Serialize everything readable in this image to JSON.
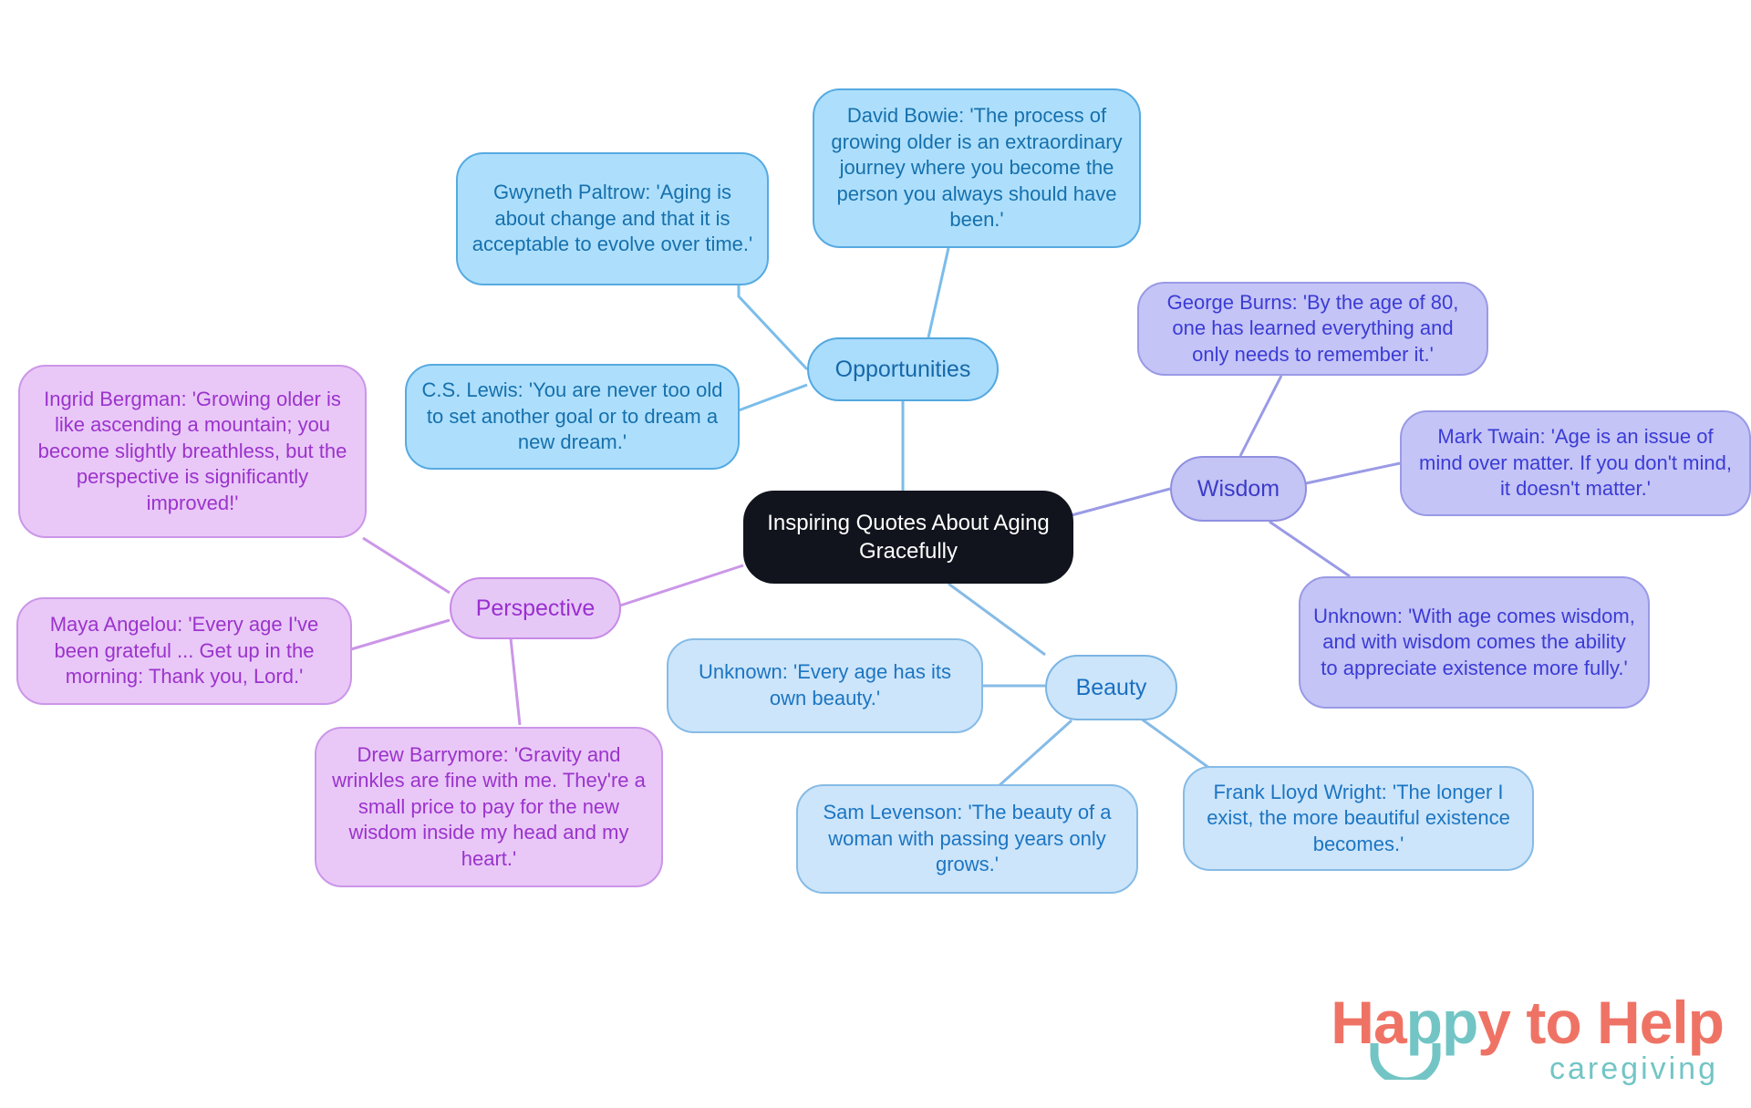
{
  "mindmap": {
    "root": {
      "label": "Inspiring Quotes About Aging Gracefully"
    },
    "branches": [
      {
        "id": "opportunities",
        "label": "Opportunities",
        "color": "#1668a8"
      },
      {
        "id": "wisdom",
        "label": "Wisdom",
        "color": "#3b3bc8"
      },
      {
        "id": "perspective",
        "label": "Perspective",
        "color": "#9a2fd0"
      },
      {
        "id": "beauty",
        "label": "Beauty",
        "color": "#1a6fc0"
      }
    ],
    "leaves": {
      "gwyneth": "Gwyneth Paltrow: 'Aging is about change and that it is acceptable to evolve over time.'",
      "bowie": "David Bowie: 'The process of growing older is an extraordinary journey where you become the person you always should have been.'",
      "cslewis": "C.S. Lewis: 'You are never too old to set another goal or to dream a new dream.'",
      "burns": "George Burns: 'By the age of 80, one has learned everything and only needs to remember it.'",
      "twain": "Mark Twain: 'Age is an issue of mind over matter. If you don't mind, it doesn't matter.'",
      "wisdom_unknown": "Unknown: 'With age comes wisdom, and with wisdom comes the ability to appreciate existence more fully.'",
      "bergman": "Ingrid Bergman: 'Growing older is like ascending a mountain; you become slightly breathless, but the perspective is significantly improved!'",
      "angelou": "Maya Angelou: 'Every age I've been grateful ... Get up in the morning: Thank you, Lord.'",
      "barrymore": "Drew Barrymore: 'Gravity and wrinkles are fine with me. They're a small price to pay for the new wisdom inside my head and my heart.'",
      "beauty_unknown": "Unknown: 'Every age has its own beauty.'",
      "levenson": "Sam Levenson: 'The beauty of a woman with passing years only grows.'",
      "wright": "Frank Lloyd Wright: 'The longer I exist, the more beautiful existence becomes.'"
    }
  },
  "logo": {
    "word_part1": "Ha",
    "word_part2": "pp",
    "word_part3": "y to Help",
    "subtitle": "caregiving",
    "coral": "#ef7365",
    "teal": "#73c5c5"
  },
  "colors": {
    "background": "#ffffff",
    "root_fill": "#11141d",
    "blue_fill": "#addffc",
    "blue_stroke": "#56aae2",
    "purple_fill": "#c4c4f6",
    "purple_stroke": "#9a9ae6",
    "pink_fill": "#e9c8f7",
    "pink_stroke": "#cb96e8",
    "lightblue_fill": "#cce5fa",
    "lightblue_stroke": "#86bbe6"
  }
}
